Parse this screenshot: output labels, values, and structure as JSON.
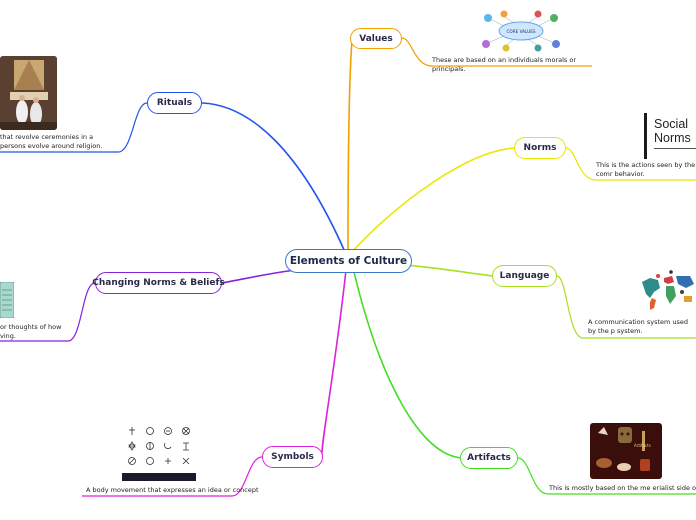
{
  "central": {
    "label": "Elements of Culture",
    "color": "#3a78c8"
  },
  "branches": [
    {
      "id": "values",
      "label": "Values",
      "color": "#f2a000",
      "note": "These are based on an individuals morals or principals.",
      "image_label": "CORE VALUES"
    },
    {
      "id": "norms",
      "label": "Norms",
      "color": "#e8e800",
      "note": "This is the actions seen by the comr behavior.",
      "image_label_1": "Social",
      "image_label_2": "Norms"
    },
    {
      "id": "language",
      "label": "Language",
      "color": "#a8e020",
      "note": "A communication system used by the p system."
    },
    {
      "id": "artifacts",
      "label": "Artifacts",
      "color": "#44dd22",
      "note": "This is mostly based on the me erialist side of a cultu",
      "image_label": "Artifacts"
    },
    {
      "id": "symbols",
      "label": "Symbols",
      "color": "#dd22dd",
      "note": "A body movement that expresses an idea or concept"
    },
    {
      "id": "changing",
      "label": "Changing Norms & Beliefs",
      "color": "#8822dd",
      "note": "or thoughts of how ving."
    },
    {
      "id": "rituals",
      "label": "Rituals",
      "color": "#2255ee",
      "note": "that revolve ceremonies in a persons evolve around religion."
    }
  ],
  "icons": [
    "pictogram-grid",
    "mindmap-image",
    "text-image",
    "world-map-image",
    "photo-image",
    "book-image"
  ]
}
